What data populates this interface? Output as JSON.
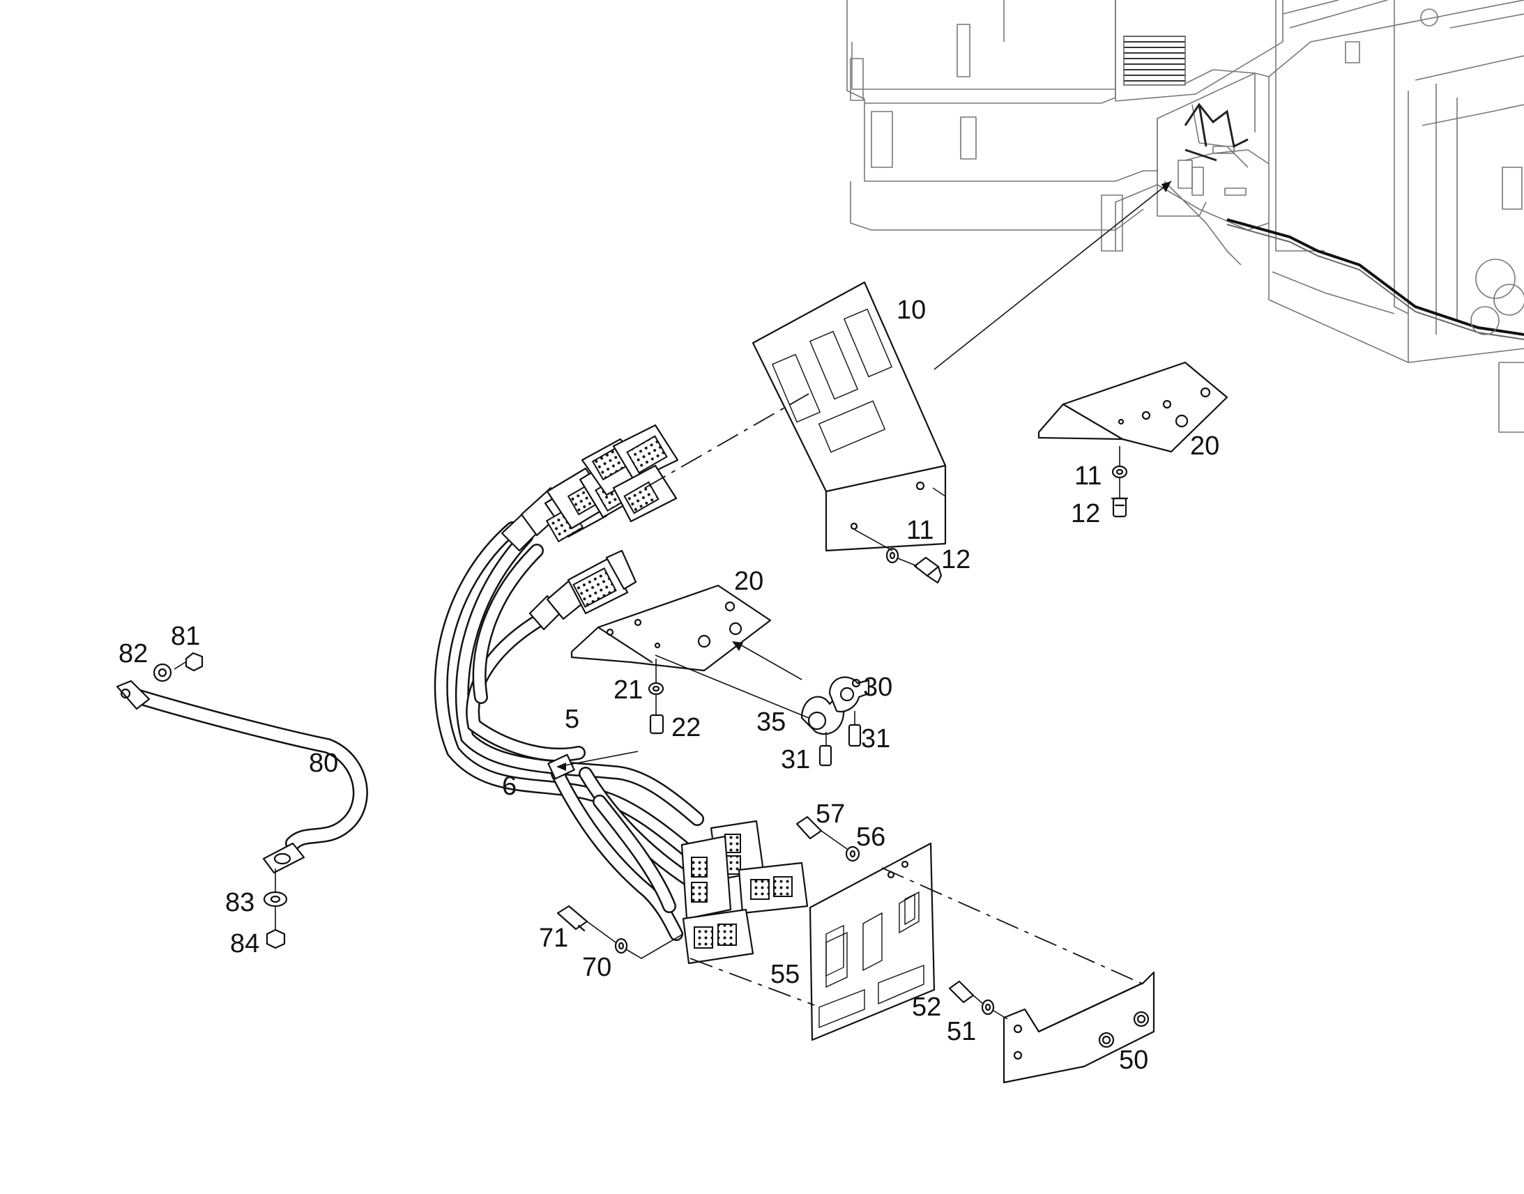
{
  "diagram": {
    "callouts": {
      "c10": "10",
      "c20a": "20",
      "c20b": "20",
      "c11a": "11",
      "c12a": "12",
      "c11b": "11",
      "c12b": "12",
      "c21": "21",
      "c22": "22",
      "c30": "30",
      "c31a": "31",
      "c31b": "31",
      "c35": "35",
      "c5": "5",
      "c6": "6",
      "c80": "80",
      "c81": "81",
      "c82": "82",
      "c83": "83",
      "c84": "84",
      "c57": "57",
      "c56": "56",
      "c55": "55",
      "c71": "71",
      "c70": "70",
      "c52": "52",
      "c51": "51",
      "c50": "50"
    }
  }
}
